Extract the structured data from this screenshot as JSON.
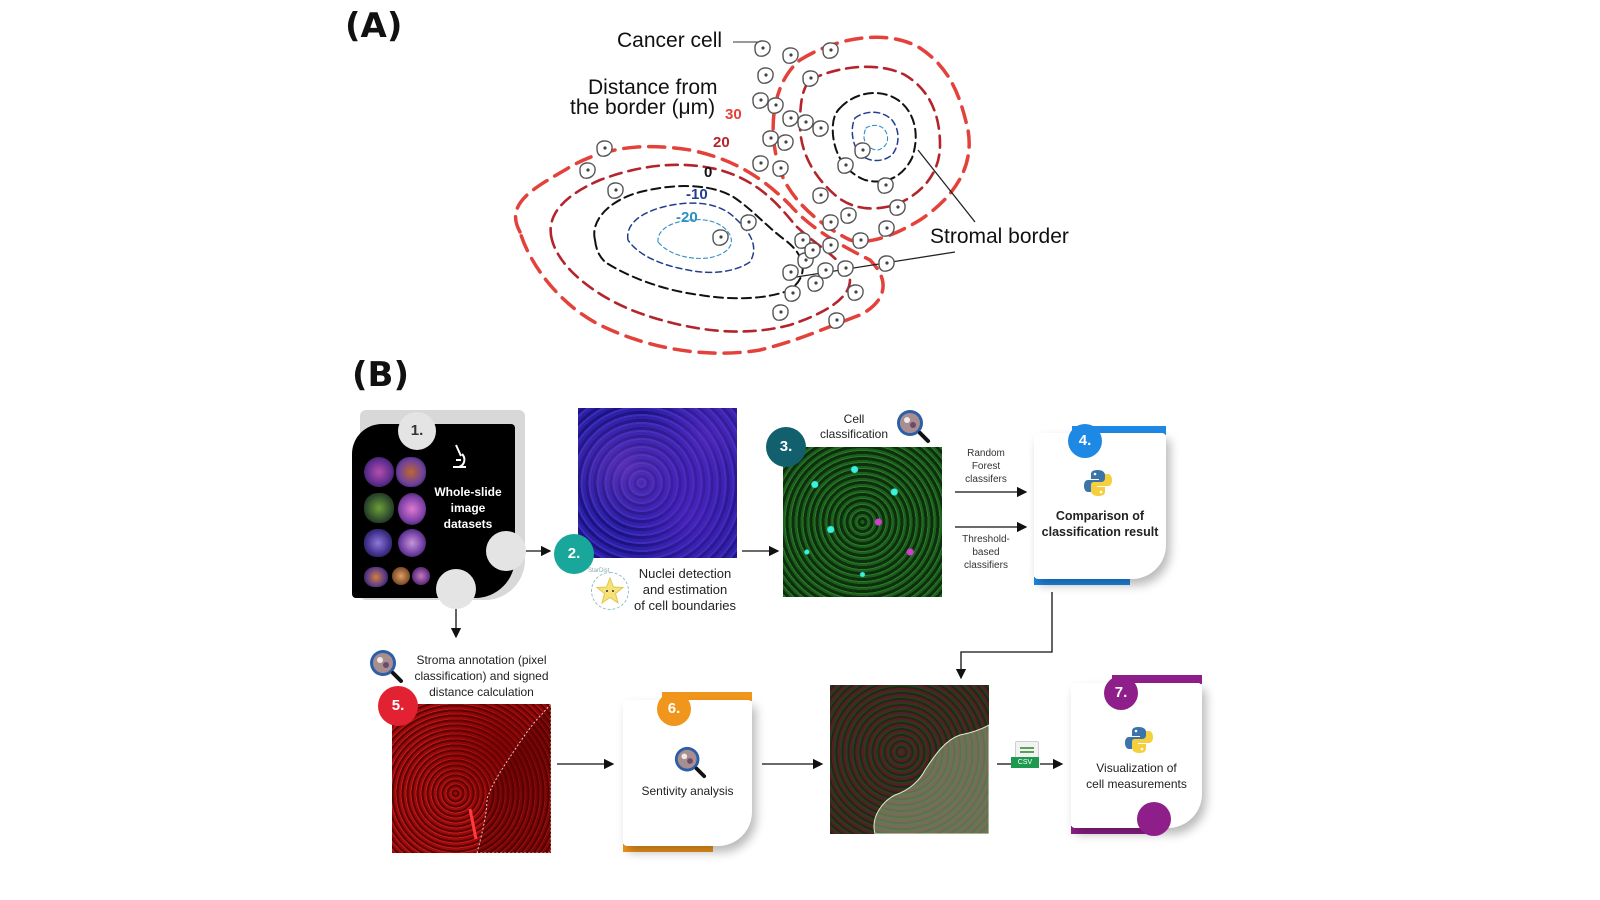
{
  "panel_a": {
    "letter": "(A)",
    "cancer_cell_label": "Cancer cell",
    "distance_label_line1": "Distance from",
    "distance_label_line2": "the border (μm)",
    "stromal_border_label": "Stromal border",
    "contour_values": {
      "c30": "30",
      "c20": "20",
      "c0": "0",
      "cm10": "-10",
      "cm20": "-20"
    },
    "colors": {
      "c30": "#e3413a",
      "c20": "#b3242c",
      "c0": "#111111",
      "cm10": "#233e8e",
      "cm20": "#2d8fc4"
    }
  },
  "panel_b": {
    "letter": "(B)",
    "step1": {
      "number": "1.",
      "label_line1": "Whole-slide",
      "label_line2": "image",
      "label_line3": "datasets"
    },
    "step2": {
      "number": "2.",
      "label_line1": "Nuclei detection",
      "label_line2": "and estimation",
      "label_line3": "of cell boundaries",
      "logo_text": "StarDist"
    },
    "step3": {
      "number": "3.",
      "label_line1": "Cell",
      "label_line2": "classification"
    },
    "step4": {
      "number": "4.",
      "label_line1": "Comparison of",
      "label_line2": "classification result"
    },
    "step5": {
      "number": "5.",
      "label_line1": "Stroma annotation (pixel",
      "label_line2": "classification) and signed",
      "label_line3": "distance calculation"
    },
    "step6": {
      "number": "6.",
      "label": "Sentivity analysis"
    },
    "step7": {
      "number": "7.",
      "label_line1": "Visualization of",
      "label_line2": "cell measurements"
    },
    "classifier_rf": {
      "line1": "Random",
      "line2": "Forest",
      "line3": "classifers"
    },
    "classifier_th": {
      "line1": "Threshold-",
      "line2": "based",
      "line3": "classifiers"
    },
    "csv_label": "CSV",
    "colors": {
      "step1": "#e4e4e4",
      "step2": "#1aa79b",
      "step3": "#12606e",
      "step4": "#1e88e5",
      "step5": "#e22232",
      "step6": "#f0961c",
      "step7": "#8e1f8a"
    }
  }
}
